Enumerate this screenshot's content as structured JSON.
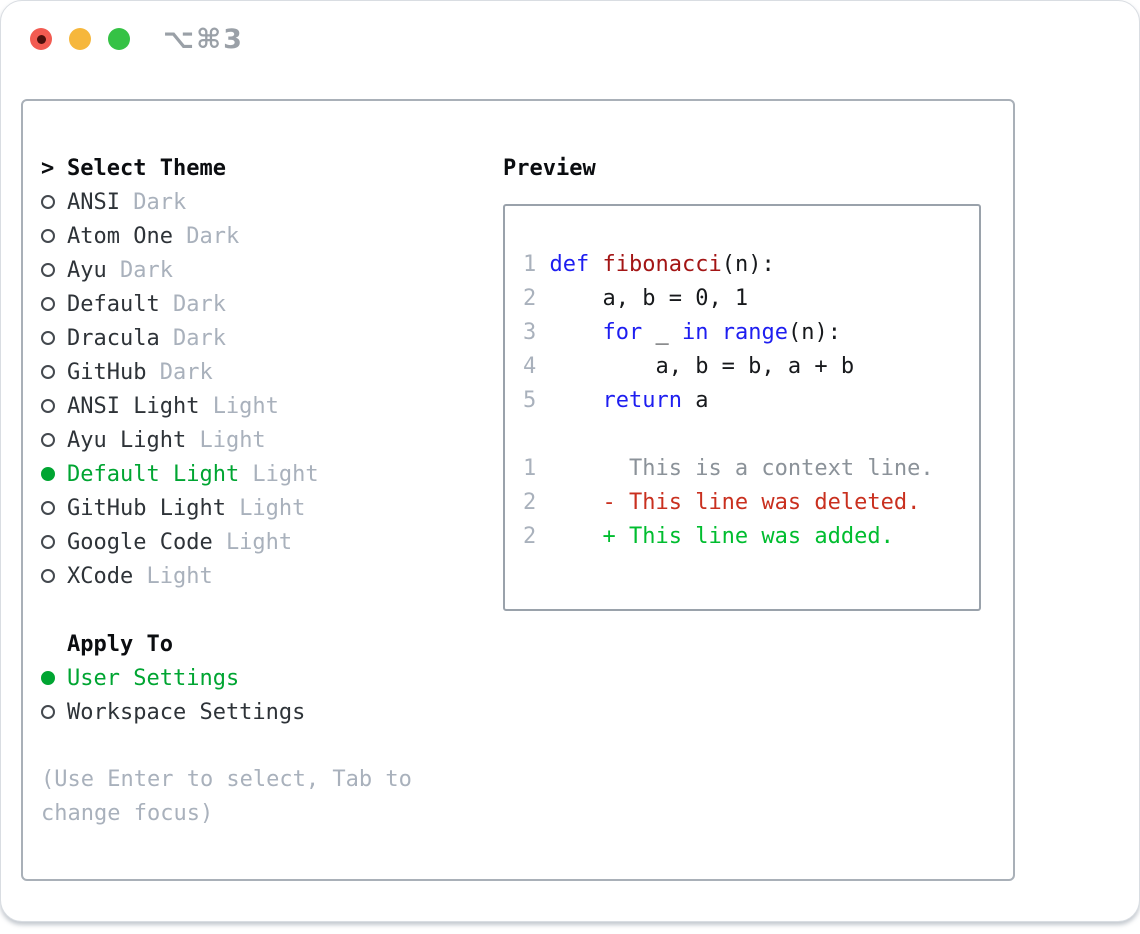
{
  "window": {
    "title": "⌥⌘3",
    "buttons": [
      {
        "name": "close"
      },
      {
        "name": "minimize"
      },
      {
        "name": "zoom"
      }
    ]
  },
  "colors": {
    "accent_green": "#00a532",
    "diff_add": "#00bd2f",
    "diff_del": "#c9301f",
    "keyword_blue": "#1e1ef0",
    "function_red": "#a31515",
    "muted": "#a9b1bc",
    "context_gray": "#8b9299",
    "text_dark": "#2e3338",
    "code_plain": "#17191c",
    "tl_close": "#f25b51",
    "tl_close_dot": "#4c100c",
    "tl_min": "#f6b73c",
    "tl_zoom": "#35c245"
  },
  "theme_list": {
    "prompt": ">",
    "heading": "Select Theme",
    "items": [
      {
        "name": "ANSI",
        "variant": "Dark",
        "selected": false
      },
      {
        "name": "Atom One",
        "variant": "Dark",
        "selected": false
      },
      {
        "name": "Ayu",
        "variant": "Dark",
        "selected": false
      },
      {
        "name": "Default",
        "variant": "Dark",
        "selected": false
      },
      {
        "name": "Dracula",
        "variant": "Dark",
        "selected": false
      },
      {
        "name": "GitHub",
        "variant": "Dark",
        "selected": false
      },
      {
        "name": "ANSI Light",
        "variant": "Light",
        "selected": false
      },
      {
        "name": "Ayu Light",
        "variant": "Light",
        "selected": false
      },
      {
        "name": "Default Light",
        "variant": "Light",
        "selected": true
      },
      {
        "name": "GitHub Light",
        "variant": "Light",
        "selected": false
      },
      {
        "name": "Google Code",
        "variant": "Light",
        "selected": false
      },
      {
        "name": "XCode",
        "variant": "Light",
        "selected": false
      }
    ]
  },
  "apply_to": {
    "heading": "Apply To",
    "options": [
      {
        "label": "User Settings",
        "selected": true
      },
      {
        "label": "Workspace Settings",
        "selected": false
      }
    ]
  },
  "help": {
    "text": "(Use Enter to select, Tab to change focus)"
  },
  "preview": {
    "heading": "Preview",
    "lines": [
      {
        "kind": "code",
        "num": "1",
        "segments": [
          {
            "t": "def",
            "c": "kw"
          },
          {
            "t": " ",
            "c": "pl"
          },
          {
            "t": "fibonacci",
            "c": "fn"
          },
          {
            "t": "(n):",
            "c": "pl"
          }
        ]
      },
      {
        "kind": "code",
        "num": "2",
        "segments": [
          {
            "t": "    a, b = 0, 1",
            "c": "pl"
          }
        ]
      },
      {
        "kind": "code",
        "num": "3",
        "segments": [
          {
            "t": "    ",
            "c": "pl"
          },
          {
            "t": "for",
            "c": "kw"
          },
          {
            "t": " _ ",
            "c": "pl"
          },
          {
            "t": "in",
            "c": "kw"
          },
          {
            "t": " ",
            "c": "pl"
          },
          {
            "t": "range",
            "c": "kw"
          },
          {
            "t": "(n):",
            "c": "pl"
          }
        ]
      },
      {
        "kind": "code",
        "num": "4",
        "segments": [
          {
            "t": "        a, b = b, a + b",
            "c": "pl"
          }
        ]
      },
      {
        "kind": "code",
        "num": "5",
        "segments": [
          {
            "t": "    ",
            "c": "pl"
          },
          {
            "t": "return",
            "c": "kw"
          },
          {
            "t": " a",
            "c": "pl"
          }
        ]
      },
      {
        "kind": "blank",
        "num": "",
        "segments": []
      },
      {
        "kind": "diff-context",
        "num": "1",
        "segments": [
          {
            "t": "      This is a context line.",
            "c": "ctx"
          }
        ]
      },
      {
        "kind": "diff-deleted",
        "num": "2",
        "segments": [
          {
            "t": "    - This line was deleted.",
            "c": "del"
          }
        ]
      },
      {
        "kind": "diff-added",
        "num": "2",
        "segments": [
          {
            "t": "    + This line was added.",
            "c": "add"
          }
        ]
      }
    ]
  }
}
